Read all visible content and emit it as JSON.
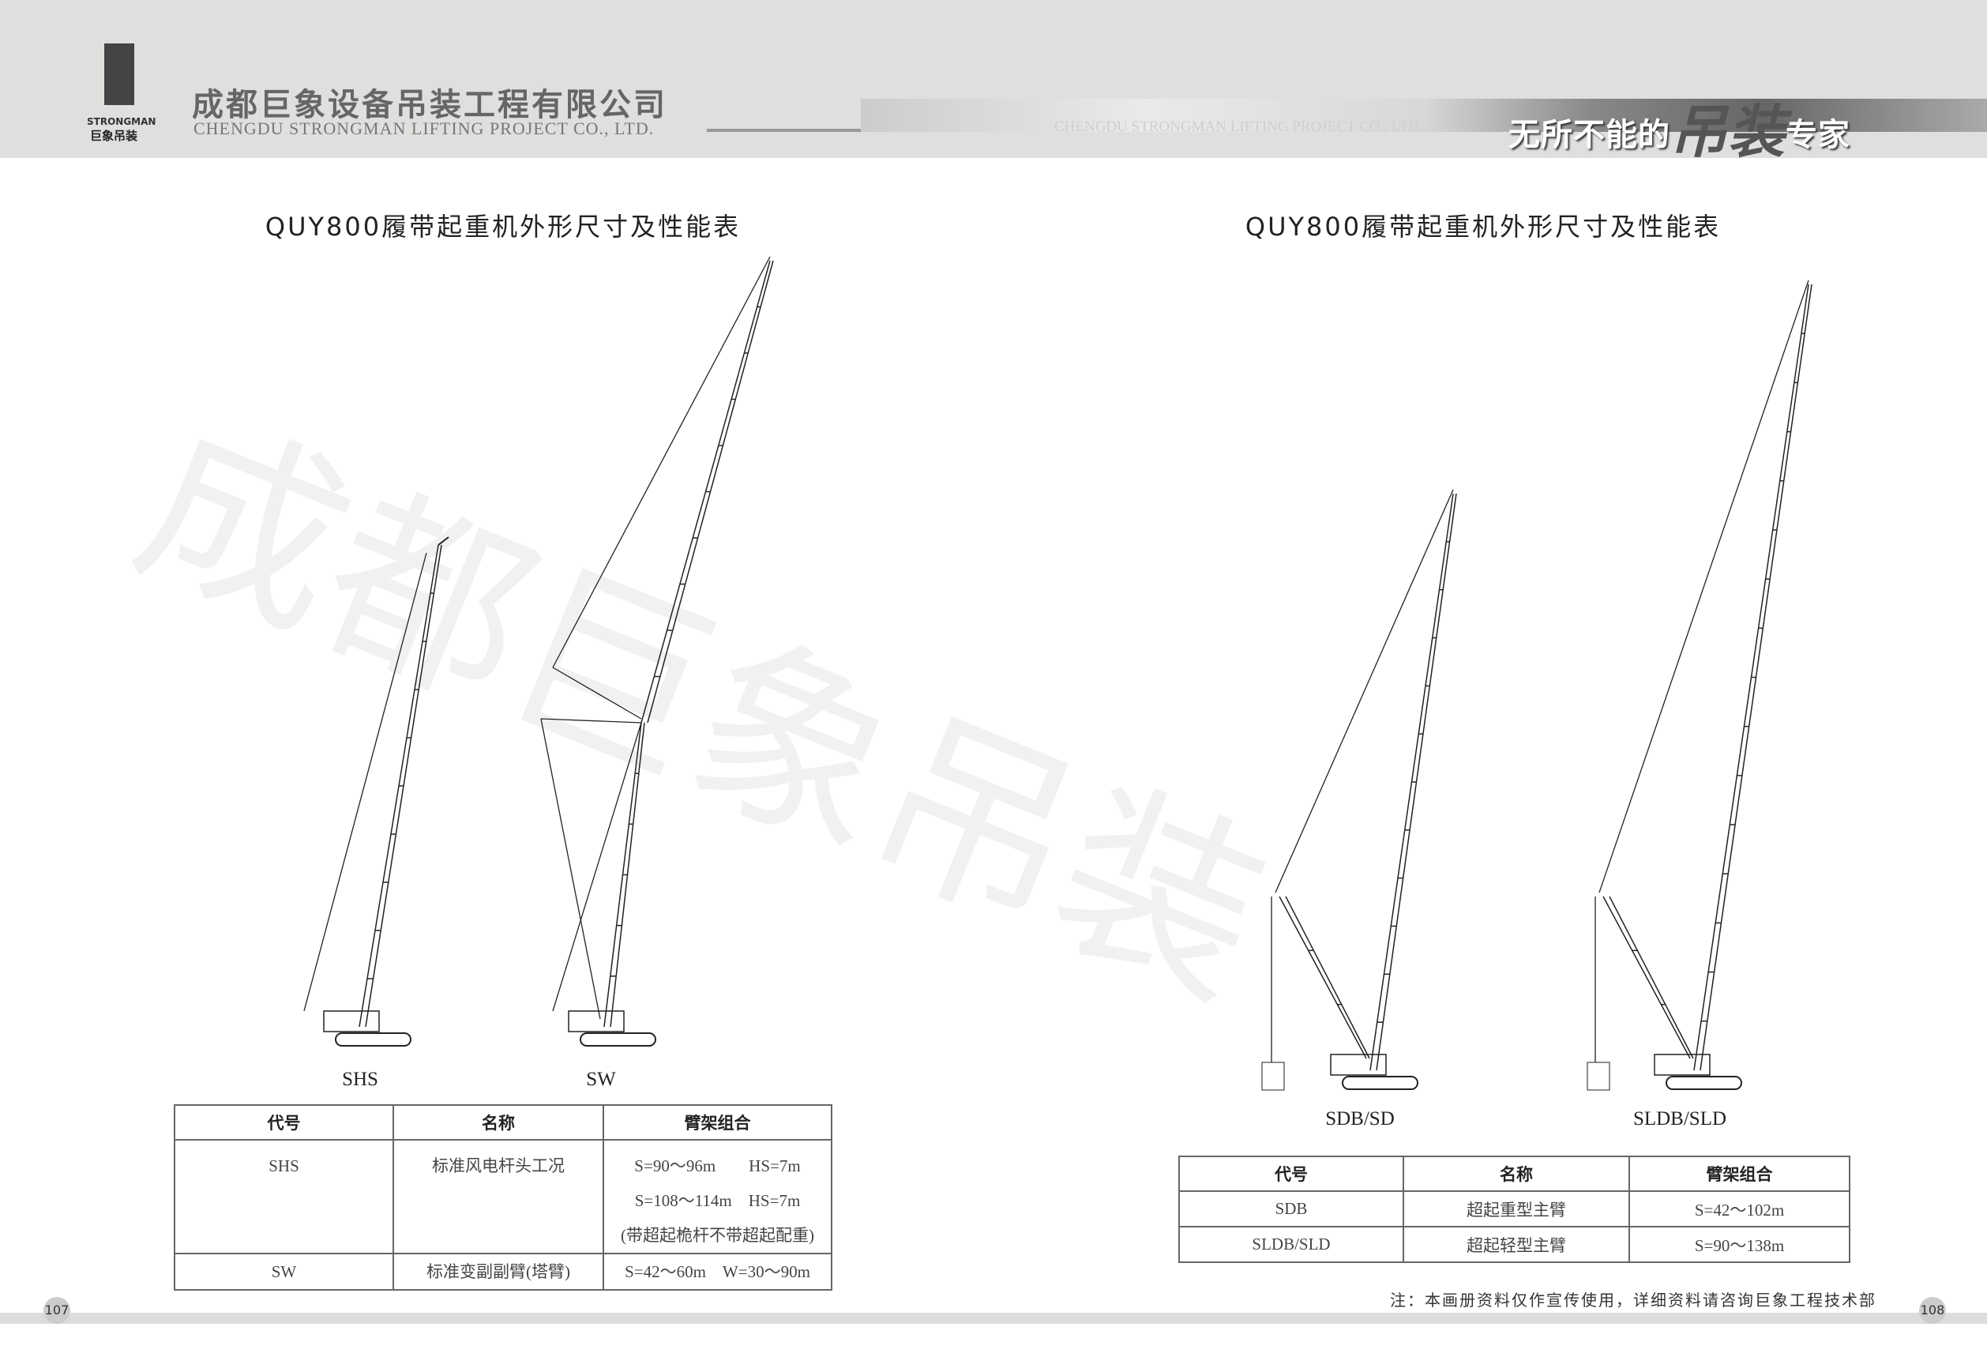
{
  "header": {
    "logo_en": "STRONGMAN",
    "logo_cn": "巨象吊装",
    "company_cn": "成都巨象设备吊装工程有限公司",
    "company_en": "CHENGDU STRONGMAN LIFTING PROJECT CO., LTD.",
    "band_en": "CHENGDU STRONGMAN LIFTING PROJECT CO., LTD.",
    "slogan_a": "无所不能的",
    "slogan_b": "吊装",
    "slogan_c": "专家"
  },
  "watermark": "成都巨象吊装",
  "left": {
    "title": "QUY800履带起重机外形尺寸及性能表",
    "cranes": [
      "SHS",
      "SW"
    ],
    "table": {
      "headers": [
        "代号",
        "名称",
        "臂架组合"
      ],
      "rows": [
        {
          "code": "SHS",
          "name": "标准风电杆头工况",
          "combo": [
            "S=90～96m　　HS=7m",
            "S=108～114m　HS=7m",
            "(带超起桅杆不带超起配重)"
          ]
        },
        {
          "code": "SW",
          "name": "标准变副副臂(塔臂)",
          "combo": [
            "S=42～60m　W=30～90m"
          ]
        }
      ]
    },
    "page": "107"
  },
  "right": {
    "title": "QUY800履带起重机外形尺寸及性能表",
    "cranes": [
      "SDB/SD",
      "SLDB/SLD"
    ],
    "table": {
      "headers": [
        "代号",
        "名称",
        "臂架组合"
      ],
      "rows": [
        {
          "code": "SDB",
          "name": "超起重型主臂",
          "combo": "S=42～102m"
        },
        {
          "code": "SLDB/SLD",
          "name": "超起轻型主臂",
          "combo": "S=90～138m"
        }
      ]
    },
    "note": "注：本画册资料仅作宣传使用，详细资料请咨询巨象工程技术部",
    "page": "108"
  }
}
